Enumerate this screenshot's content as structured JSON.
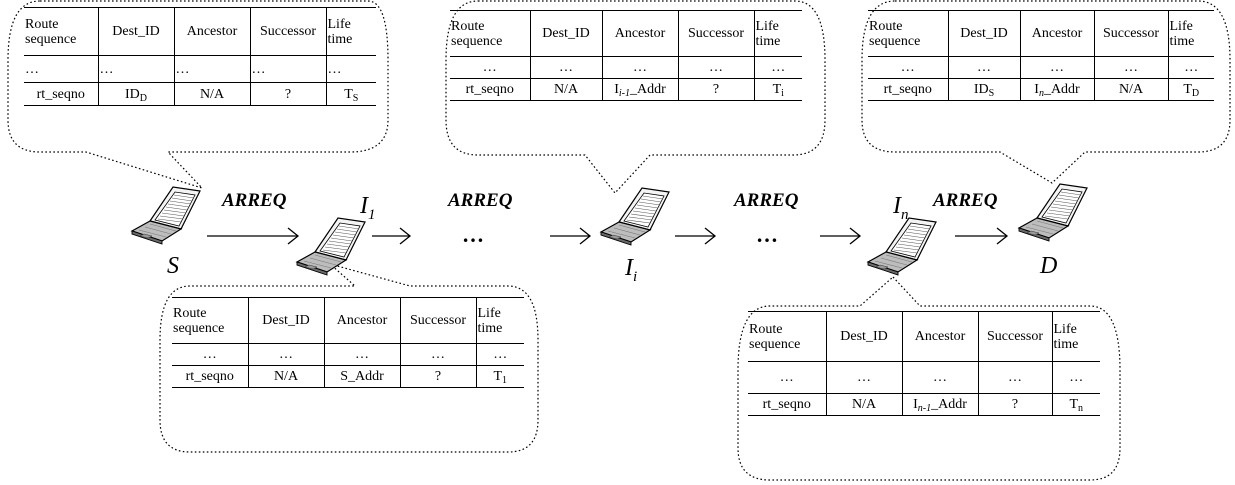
{
  "columns": [
    "Route sequence",
    "Dest_ID",
    "Ancestor",
    "Successor",
    "Life time"
  ],
  "ellipsis": "…",
  "message": "ARREQ",
  "nodes": {
    "S": "S",
    "I1_base": "I",
    "I1_sub": "1",
    "Ii_base": "I",
    "Ii_sub": "i",
    "In_base": "I",
    "In_sub": "n",
    "D": "D"
  },
  "tables": {
    "S": {
      "seq": "rt_seqno",
      "dest_base": "ID",
      "dest_sub": "D",
      "ancestor": "N/A",
      "successor": "?",
      "life_base": "T",
      "life_sub": "S"
    },
    "I1": {
      "seq": "rt_seqno",
      "dest": "N/A",
      "ancestor": "S_Addr",
      "successor": "?",
      "life_base": "T",
      "life_sub": "1"
    },
    "Ii": {
      "seq": "rt_seqno",
      "dest": "N/A",
      "anc_base": "I",
      "anc_sub": "i-1",
      "anc_tail": "_Addr",
      "successor": "?",
      "life_base": "T",
      "life_sub": "i"
    },
    "In": {
      "seq": "rt_seqno",
      "dest": "N/A",
      "anc_base": "I",
      "anc_sub": "n-1",
      "anc_tail": "_Addr",
      "successor": "?",
      "life_base": "T",
      "life_sub": "n"
    },
    "D": {
      "seq": "rt_seqno",
      "dest_base": "ID",
      "dest_sub": "S",
      "anc_base": "I",
      "anc_sub": "n",
      "anc_tail": "_Addr",
      "successor": "N/A",
      "life_base": "T",
      "life_sub": "D"
    }
  }
}
